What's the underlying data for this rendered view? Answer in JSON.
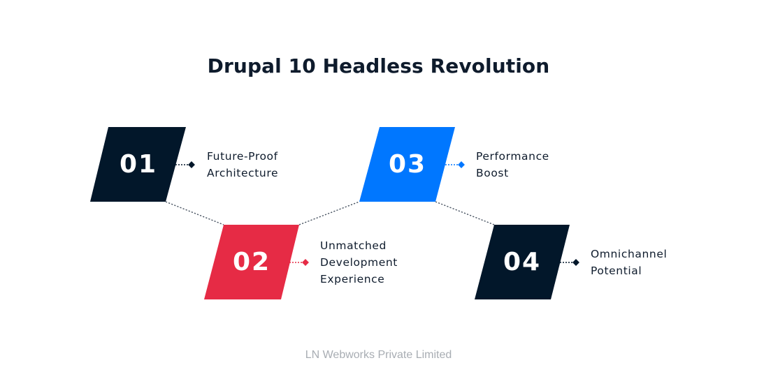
{
  "title": "Drupal 10 Headless Revolution",
  "footer": "LN Webworks Private Limited",
  "colors": {
    "navy": "#02172A",
    "red": "#E62B45",
    "blue": "#0077FF",
    "text": "#0E1B2C",
    "connector": "#4A5563",
    "footer": "#A8ADB3"
  },
  "steps": [
    {
      "number": "01",
      "color": "#02172A",
      "label_lines": [
        "Future-Proof",
        "Architecture"
      ]
    },
    {
      "number": "02",
      "color": "#E62B45",
      "label_lines": [
        "Unmatched",
        "Development",
        "Experience"
      ]
    },
    {
      "number": "03",
      "color": "#0077FF",
      "label_lines": [
        "Performance",
        "Boost"
      ]
    },
    {
      "number": "04",
      "color": "#02172A",
      "label_lines": [
        "Omnichannel",
        "Potential"
      ]
    }
  ]
}
